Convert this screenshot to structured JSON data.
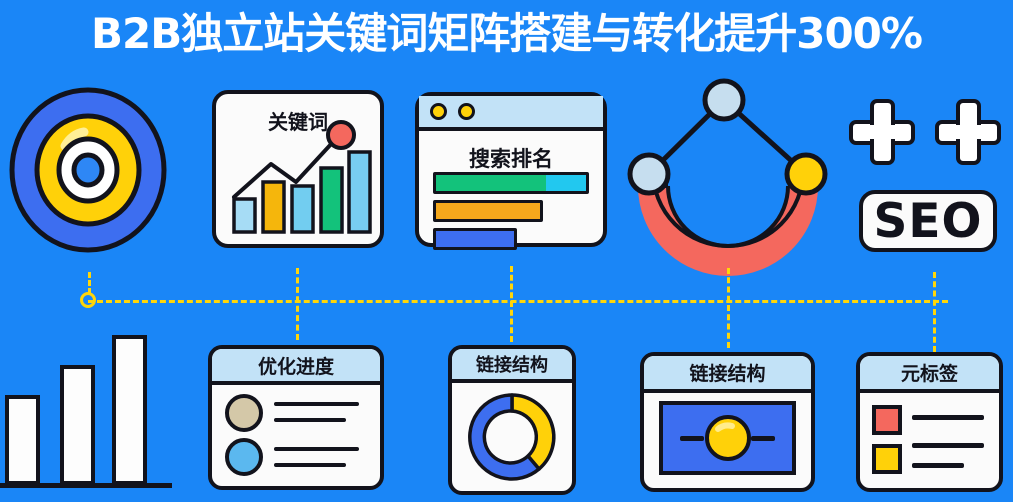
{
  "meta": {
    "background_color": "#1a86f7",
    "ink_color": "#12131c",
    "accent_yellow": "#ffd60a",
    "accent_green": "#13c27b",
    "accent_cyan": "#22c8ef",
    "accent_orange": "#f5a81c",
    "accent_blue": "#3d6ef0",
    "accent_red": "#f4685e",
    "card_header_color": "#c2e2f7"
  },
  "header": {
    "title": "B2B独立站关键词矩阵搭建与转化提升300%"
  },
  "top_row": {
    "target_icon": {
      "name": "target-bullseye",
      "rings": [
        "#3d6ef0",
        "#ffd109",
        "#ffffff",
        "#2e87f5"
      ]
    },
    "keyword_card": {
      "title": "关键词",
      "marker_color": "#f4685e"
    },
    "search_rank_card": {
      "title": "搜索排名",
      "window_dots": [
        "#ffd109",
        "#ffd109"
      ],
      "bars": [
        {
          "label": "bar-1",
          "fill_percent": 73,
          "color": "#13c27b",
          "remainder_color": "#22c8ef",
          "width_percent": 100
        },
        {
          "label": "bar-2",
          "fill_percent": 100,
          "color": "#f5a81c",
          "width_percent": 70
        },
        {
          "label": "bar-3",
          "fill_percent": 100,
          "color": "#3d6ef0",
          "width_percent": 53
        }
      ]
    },
    "network_icon": {
      "name": "link-network",
      "nodes": [
        {
          "id": "top",
          "color": "#c6deef"
        },
        {
          "id": "left",
          "color": "#c6deef"
        },
        {
          "id": "right",
          "color": "#ffd109"
        }
      ],
      "arc_color": "#f4685e"
    },
    "plus_icons": {
      "count": 2,
      "color": "#ffffff"
    },
    "seo_badge": {
      "label": "SEO"
    }
  },
  "connector": {
    "color": "#ffd60a",
    "node_count": 1,
    "branch_count": 4
  },
  "bottom_row": {
    "white_bars": {
      "name": "growth-bars",
      "values": [
        48,
        76,
        100
      ]
    },
    "cards": [
      {
        "id": "optimization-progress",
        "title": "优化进度",
        "type": "list",
        "items": [
          {
            "circle_color": "#d4c8a8",
            "lines": 2
          },
          {
            "circle_color": "#5bb8ef",
            "lines": 2
          }
        ]
      },
      {
        "id": "link-structure-donut",
        "title": "链接结构",
        "type": "donut",
        "segments": [
          {
            "name": "yellow",
            "percent": 40,
            "color": "#ffd109"
          },
          {
            "name": "blue",
            "percent": 60,
            "color": "#3d6ef0"
          }
        ]
      },
      {
        "id": "link-structure-panel",
        "title": "链接结构",
        "type": "panel",
        "panel_color": "#3d6ef0",
        "center_color": "#ffd109"
      },
      {
        "id": "meta-tags",
        "title": "元标签",
        "type": "checklist",
        "items": [
          {
            "square_color": "#f4685e",
            "lines": 1
          },
          {
            "square_color": "#ffd109",
            "lines": 1
          }
        ]
      }
    ]
  }
}
